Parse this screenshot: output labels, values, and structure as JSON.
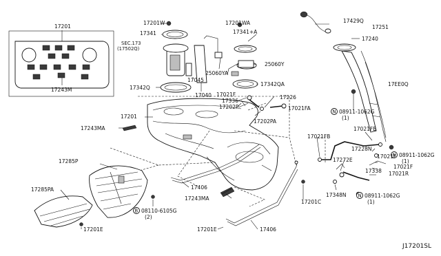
{
  "diagram_ref": "J17201SL",
  "labels": {
    "p17201_inset": "17201",
    "p17243m": "17243M",
    "p17201w": "17201W",
    "p17341": "17341",
    "sec173": "SEC.173",
    "sec173_sub": "(17502Q)",
    "p17342q": "17342Q",
    "p17045": "17045",
    "p17040": "17040",
    "p25060ya": "25060YA",
    "p17201wa": "17201WA",
    "p17341a": "17341+A",
    "p25060y": "25060Y",
    "p17342qa": "17342QA",
    "p17429q": "17429Q",
    "p17251": "17251",
    "p17240": "17240",
    "p17ee0q": "17EE0Q",
    "p17021f_a": "17021F",
    "p17336": "17336",
    "p17202p": "17202P",
    "p17226": "17226",
    "p17021fa": "17021FA",
    "p17202pa": "17202PA",
    "p17201": "17201",
    "p17243ma_a": "17243MA",
    "p08911_a": "08911-1062G",
    "p08911_a_qty": "(1)",
    "p17021fb_a": "17021FB",
    "p17021fb_b": "17021FB",
    "p17228n": "17228N",
    "p08911_b": "08911-1062G",
    "p08911_b_qty": "(1)",
    "p17021f_b": "17021F",
    "p17272e": "17272E",
    "p17021f_c": "17021F",
    "p17021r": "17021R",
    "p17338": "17338",
    "p17348n": "17348N",
    "p08911_c": "08911-1062G",
    "p08911_c_qty": "(1)",
    "p17285p": "17285P",
    "p17285pa": "17285PA",
    "p17406_a": "17406",
    "p17243ma_b": "17243MA",
    "p08110": "08110-6105G",
    "p08110_qty": "(2)",
    "p17201e_a": "17201E",
    "p17201e_b": "17201E",
    "p17201c": "17201C",
    "p17406_b": "17406"
  },
  "symbols": {
    "nut_N": "N",
    "bolt_B": "B"
  }
}
